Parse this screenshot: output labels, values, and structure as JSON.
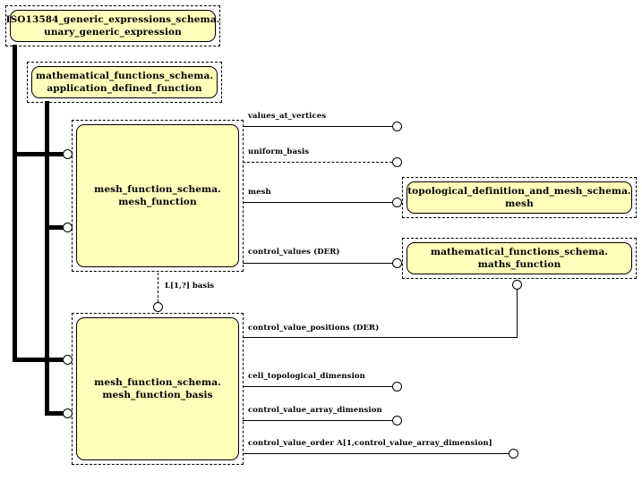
{
  "diagram": {
    "title": "EXPRESS-G entity level diagram",
    "colors": {
      "entity_fill": "#ffffbb",
      "entity_border": "#000000",
      "line": "#000000",
      "background": "#ffffff"
    }
  },
  "entities": [
    {
      "id": "unary_generic_expression",
      "schema": "ISO13584_generic_expressions_schema.",
      "name": "unary_generic_expression",
      "label": "ISO13584_generic_expressions_schema.\nunary_generic_expression"
    },
    {
      "id": "application_defined_function",
      "schema": "mathematical_functions_schema.",
      "name": "application_defined_function",
      "label": "mathematical_functions_schema.\napplication_defined_function"
    },
    {
      "id": "mesh_function",
      "schema": "mesh_function_schema.",
      "name": "mesh_function",
      "label": "mesh_function_schema.\nmesh_function"
    },
    {
      "id": "mesh_function_basis",
      "schema": "mesh_function_schema.",
      "name": "mesh_function_basis",
      "label": "mesh_function_schema.\nmesh_function_basis"
    },
    {
      "id": "topological_mesh",
      "schema": "topological_definition_and_mesh_schema.",
      "name": "mesh",
      "label": "topological_definition_and_mesh_schema.\nmesh"
    },
    {
      "id": "maths_function",
      "schema": "mathematical_functions_schema.",
      "name": "maths_function",
      "label": "mathematical_functions_schema.\nmaths_function"
    }
  ],
  "attributes": [
    {
      "id": "values_at_vertices",
      "label": "values_at_vertices",
      "owner": "mesh_function",
      "optional": false
    },
    {
      "id": "uniform_basis",
      "label": "uniform_basis",
      "owner": "mesh_function",
      "optional": true
    },
    {
      "id": "mesh",
      "label": "mesh",
      "owner": "mesh_function",
      "optional": false,
      "target": "topological_mesh"
    },
    {
      "id": "control_values",
      "label": "control_values (DER)",
      "owner": "mesh_function",
      "optional": false,
      "target": "maths_function"
    },
    {
      "id": "control_value_positions",
      "label": "control_value_positions (DER)",
      "owner": "mesh_function_basis",
      "optional": false,
      "target": "maths_function"
    },
    {
      "id": "cell_topological_dimension",
      "label": "cell_topological_dimension",
      "owner": "mesh_function_basis",
      "optional": false
    },
    {
      "id": "control_value_array_dimension",
      "label": "control_value_array_dimension",
      "owner": "mesh_function_basis",
      "optional": false
    },
    {
      "id": "control_value_order",
      "label": "control_value_order A[1,control_value_array_dimension]",
      "owner": "mesh_function_basis",
      "optional": false
    }
  ],
  "relationships": [
    {
      "id": "basis_relation",
      "label": "L[1,?] basis",
      "from": "mesh_function",
      "to": "mesh_function_basis",
      "optional": true
    }
  ]
}
